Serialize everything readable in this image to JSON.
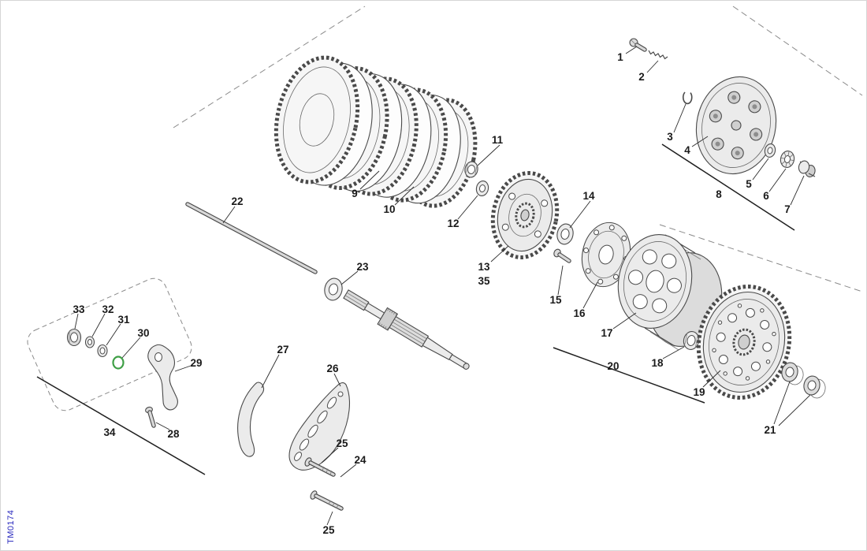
{
  "diagram_code": "TM0174",
  "colors": {
    "part_line": "#4a4a4a",
    "label_text": "#1a1a1a",
    "o_ring_green": "#3f9f46",
    "code_blue": "#2626bd",
    "construction_line": "#8a8a8a"
  },
  "labels": {
    "1": "1",
    "2": "2",
    "3": "3",
    "4": "4",
    "5": "5",
    "6": "6",
    "7": "7",
    "8": "8",
    "9": "9",
    "10": "10",
    "11": "11",
    "12": "12",
    "13": "13",
    "14": "14",
    "15": "15",
    "16": "16",
    "17": "17",
    "18": "18",
    "19": "19",
    "20": "20",
    "21": "21",
    "22": "22",
    "23": "23",
    "24": "24",
    "25": "25",
    "26": "26",
    "27": "27",
    "28": "28",
    "29": "29",
    "30": "30",
    "31": "31",
    "32": "32",
    "33": "33",
    "34": "34",
    "35": "35"
  }
}
